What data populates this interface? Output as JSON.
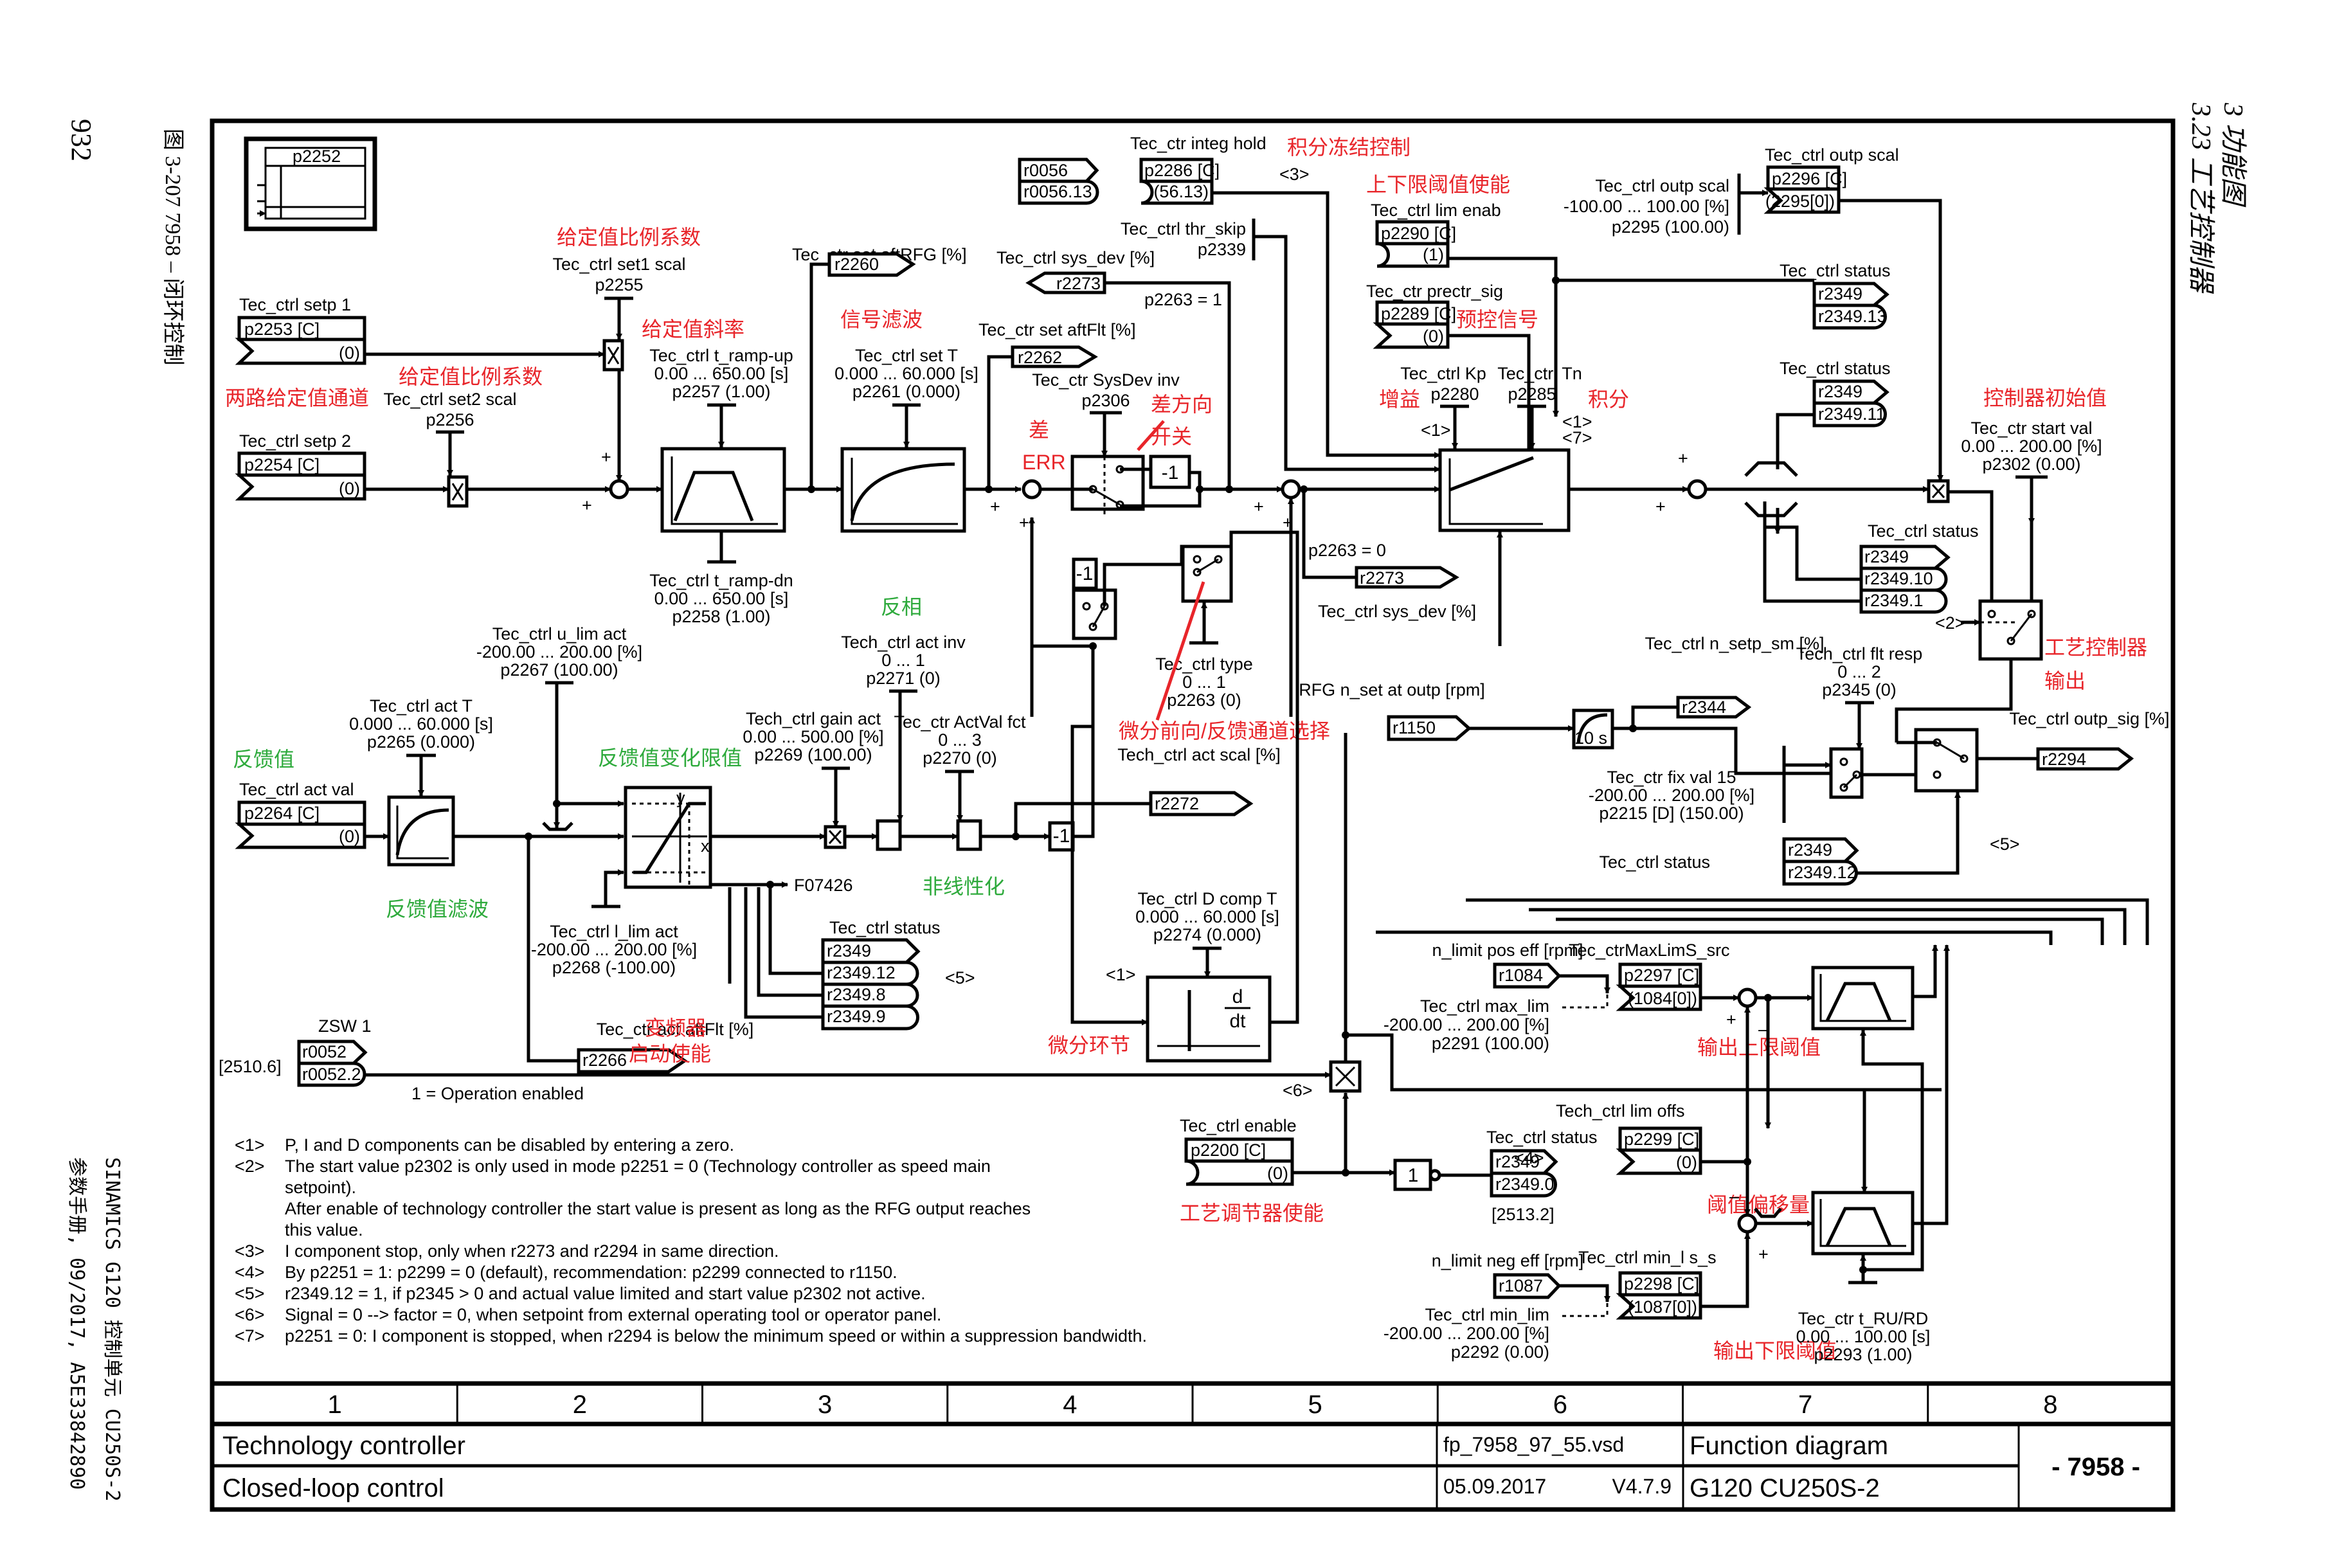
{
  "page": {
    "page_number": "932",
    "figure_label": "图 3-207   7958 – 闭环控制",
    "chapter": "3 功能图",
    "section": "3.23 工艺控制器",
    "side_line1": "SINAMICS G120 控制单元 CU250S-2",
    "side_line2": "参数手册, 09/2017, A5E33842890"
  },
  "legend_box": {
    "param": "p2252"
  },
  "blocks": {
    "setp1": {
      "label": "Tec_ctrl setp 1",
      "param": "p2253 [C]",
      "value": "(0)"
    },
    "setp2": {
      "label": "Tec_ctrl setp 2",
      "param": "p2254 [C]",
      "value": "(0)"
    },
    "set1scal": {
      "label": "Tec_ctrl set1 scal",
      "param": "p2255"
    },
    "set2scal": {
      "label": "Tec_ctrl set2 scal",
      "param": "p2256"
    },
    "rampup": {
      "label": "Tec_ctrl t_ramp-up",
      "range": "0.00 ... 650.00  [s]",
      "param": "p2257 (1.00)"
    },
    "rampdn": {
      "label": "Tec_ctrl t_ramp-dn",
      "range": "0.00 ... 650.00  [s]",
      "param": "p2258 (1.00)"
    },
    "aftRFG": {
      "label": "Tec_ctr set aftRFG [%]",
      "param": "r2260"
    },
    "setT": {
      "label": "Tec_ctrl set T",
      "range": "0.000 ... 60.000  [s]",
      "param": "p2261 (0.000)"
    },
    "sysdev_top": {
      "label": "Tec_ctrl sys_dev [%]",
      "param": "r2273",
      "cond": "p2263 = 1"
    },
    "aftFlt": {
      "label": "Tec_ctr set aftFlt [%]",
      "param": "r2262"
    },
    "sysdevinv": {
      "label": "Tec_ctr SysDev inv",
      "param": "p2306"
    },
    "integhold": {
      "label": "Tec_ctr integ hold",
      "src1": "r0056",
      "src2": "r0056.13",
      "param": "p2286 [C]",
      "value": "(56.13)",
      "note": "<3>"
    },
    "thrskip": {
      "label": "Tec_ctrl thr_skip",
      "param": "p2339"
    },
    "limenab": {
      "label": "Tec_ctrl lim enab",
      "param": "p2290 [C]",
      "value": "(1)"
    },
    "prectr": {
      "label": "Tec_ctr prectr_sig",
      "param": "p2289 [C]",
      "value": "(0)"
    },
    "kp": {
      "label": "Tec_ctrl Kp",
      "param": "p2280",
      "note": "<1>"
    },
    "tn": {
      "label": "Tec_ctrl Tn",
      "param": "p2285",
      "note1": "<1>",
      "note2": "<7>"
    },
    "outpscal": {
      "label": "Tec_ctrl outp scal",
      "range": "-100.00 ... 100.00  [%]",
      "param": "p2295 (100.00)"
    },
    "outpscal2": {
      "label": "Tec_ctrl outp scal",
      "param": "p2296 [C]",
      "value": "(2295[0])"
    },
    "status13": {
      "label": "Tec_ctrl status",
      "r1": "r2349",
      "r2": "r2349.13"
    },
    "status11": {
      "label": "Tec_ctrl status",
      "r1": "r2349",
      "r2": "r2349.11"
    },
    "startval": {
      "label": "Tec_ctr start val",
      "range": "0.00 ... 200.00  [%]",
      "param": "p2302 (0.00)"
    },
    "status10": {
      "label": "Tec_ctrl status",
      "r1": "r2349",
      "r2": "r2349.10",
      "r3": "r2349.1"
    },
    "sysdev_bot": {
      "label": "Tec_ctrl sys_dev [%]",
      "param": "r2273",
      "cond": "p2263 = 0"
    },
    "ctrltype": {
      "label": "Tec_ctrl type",
      "range": "0 ... 1",
      "param": "p2263 (0)"
    },
    "ulim": {
      "label": "Tec_ctrl u_lim act",
      "range": "-200.00 ... 200.00  [%]",
      "param": "p2267 (100.00)"
    },
    "llim": {
      "label": "Tec_ctrl l_lim act",
      "range": "-200.00 ... 200.00  [%]",
      "param": "p2268 (-100.00)"
    },
    "actT": {
      "label": "Tec_ctrl act T",
      "range": "0.000 ... 60.000  [s]",
      "param": "p2265 (0.000)"
    },
    "actval": {
      "label": "Tec_ctrl act val",
      "param": "p2264 [C]",
      "value": "(0)"
    },
    "gain": {
      "label": "Tech_ctrl gain act",
      "range": "0.00 ... 500.00  [%]",
      "param": "p2269 (100.00)"
    },
    "actinv": {
      "label": "Tech_ctrl act inv",
      "range": "0 ... 1",
      "param": "p2271 (0)"
    },
    "actvalfct": {
      "label": "Tec_ctr ActVal fct",
      "range": "0 ... 3",
      "param": "p2270 (0)"
    },
    "actscal": {
      "label": "Tech_ctrl act scal [%]",
      "param": "r2272"
    },
    "fault": {
      "label": "F07426"
    },
    "status_act": {
      "label": "Tec_ctrl status",
      "r1": "r2349",
      "r2": "r2349.12",
      "r3": "r2349.8",
      "r4": "r2349.9",
      "note": "<5>"
    },
    "actaftflt": {
      "label": "Tec_ctr act aftFlt [%]",
      "param": "r2266"
    },
    "zsw": {
      "label": "ZSW 1",
      "ref": "[2510.6]",
      "r1": "r0052",
      "r2": "r0052.2",
      "note": "1 = Operation enabled"
    },
    "dcomp": {
      "label": "Tec_ctrl D comp T",
      "range": "0.000 ... 60.000  [s]",
      "param": "p2274 (0.000)",
      "note": "<1>",
      "block_num": "d",
      "block_den": "dt"
    },
    "rfg": {
      "label": "RFG n_set at outp [rpm]",
      "param": "r1150"
    },
    "nsetpsm": {
      "label": "Tec_ctrl n_setp_sm [%]",
      "param": "r2344",
      "time": "10 s"
    },
    "fltresp": {
      "label": "Tech_ctrl flt resp",
      "range": "0 ... 2",
      "param": "p2345 (0)"
    },
    "fixval": {
      "label": "Tec_ctr fix val 15",
      "range": "-200.00 ... 200.00  [%]",
      "param": "p2215 [D] (150.00)"
    },
    "status12": {
      "label": "Tec_ctrl status",
      "r1": "r2349",
      "r2": "r2349.12",
      "note": "<5>"
    },
    "outpsig": {
      "label": "Tec_ctrl outp_sig [%]",
      "param": "r2294",
      "note": "<2>"
    },
    "enable": {
      "label": "Tec_ctrl enable",
      "param": "p2200 [C]",
      "value": "(0)",
      "note": "<6>",
      "not_gate": "1"
    },
    "status0": {
      "label": "Tec_ctrl status",
      "r1": "r2349",
      "r2": "r2349.0",
      "ref": "[2513.2]"
    },
    "nlimpos": {
      "label": "n_limit pos eff [rpm]",
      "param": "r1084"
    },
    "maxlim": {
      "label": "Tec_ctrl max_lim",
      "range": "-200.00 ... 200.00  [%]",
      "param": "p2291 (100.00)"
    },
    "maxlimsrc": {
      "label": "Tec_ctrMaxLimS_src",
      "param": "p2297 [C]",
      "value": "(1084[0])"
    },
    "limoffs": {
      "label": "Tech_ctrl lim offs",
      "param": "p2299 [C]",
      "value": "(0)",
      "note": "<4>"
    },
    "nlimneg": {
      "label": "n_limit neg eff [rpm]",
      "param": "r1087"
    },
    "minlim": {
      "label": "Tec_ctrl min_lim",
      "range": "-200.00 ... 200.00  [%]",
      "param": "p2292 (0.00)"
    },
    "minlimsrc": {
      "label": "Tec_ctrl min_l s_s",
      "param": "p2298 [C]",
      "value": "(1087[0])"
    },
    "trurd": {
      "label": "Tec_ctr t_RU/RD",
      "range": "0.00 ... 100.00  [s]",
      "param": "p2293 (1.00)"
    }
  },
  "annotations": {
    "setp_scale1": "给定值比例系数",
    "setp_scale2": "给定值比例系数",
    "two_channels": "两路给定值通道",
    "ramp": "给定值斜率",
    "filter": "信号滤波",
    "integ_freeze": "积分冻结控制",
    "lim_enable": "上下限阈值使能",
    "precontrol": "预控信号",
    "gain": "增益",
    "integral": "积分",
    "err_cn": "差",
    "err": "ERR",
    "dir": "差方向",
    "switch": "开关",
    "init_value": "控制器初始值",
    "tc_output1": "工艺控制器",
    "tc_output2": "输出",
    "feedback": "反馈值",
    "feedback_filter": "反馈值滤波",
    "feedback_limit": "反馈值变化限值",
    "invert": "反相",
    "nonlinear": "非线性化",
    "d_select": "微分前向/反馈通道选择",
    "derivative": "微分环节",
    "vfd1": "变频器",
    "vfd2": "启动使能",
    "tc_enable": "工艺调节器使能",
    "upper_lim": "输出上限阈值",
    "offset": "阈值偏移量",
    "lower_lim": "输出下限阈值"
  },
  "notes": [
    {
      "tag": "<1>",
      "text": "P, I and D components can be disabled by entering a zero."
    },
    {
      "tag": "<2>",
      "text": "The start value p2302 is only used in mode p2251 = 0 (Technology controller as speed main"
    },
    {
      "tag": "",
      "text": "setpoint)."
    },
    {
      "tag": "",
      "text": "After enable of technology controller the start value is present as long as the RFG output reaches"
    },
    {
      "tag": "",
      "text": "this value."
    },
    {
      "tag": "<3>",
      "text": "I component stop, only when r2273 and r2294 in same direction."
    },
    {
      "tag": "<4>",
      "text": "By p2251 = 1: p2299 = 0 (default), recommendation: p2299 connected to r1150."
    },
    {
      "tag": "<5>",
      "text": "r2349.12 = 1, if p2345 > 0 and actual value limited and start value p2302 not active."
    },
    {
      "tag": "<6>",
      "text": "Signal = 0 --> factor = 0, when setpoint from external operating tool or operator panel."
    },
    {
      "tag": "<7>",
      "text": "p2251 = 0: I component is stopped, when r2294 is below the minimum speed or within a suppression bandwidth."
    }
  ],
  "footer": {
    "columns": [
      "1",
      "2",
      "3",
      "4",
      "5",
      "6",
      "7",
      "8"
    ],
    "title1": "Technology controller",
    "title2": "Closed-loop control",
    "file": "fp_7958_97_55.vsd",
    "date": "05.09.2017",
    "version": "V4.7.9",
    "type": "Function diagram",
    "device": "G120 CU250S-2",
    "number": "- 7958 -"
  },
  "colors": {
    "annotation_red": "#e8252a",
    "annotation_green": "#2eaa3c"
  }
}
